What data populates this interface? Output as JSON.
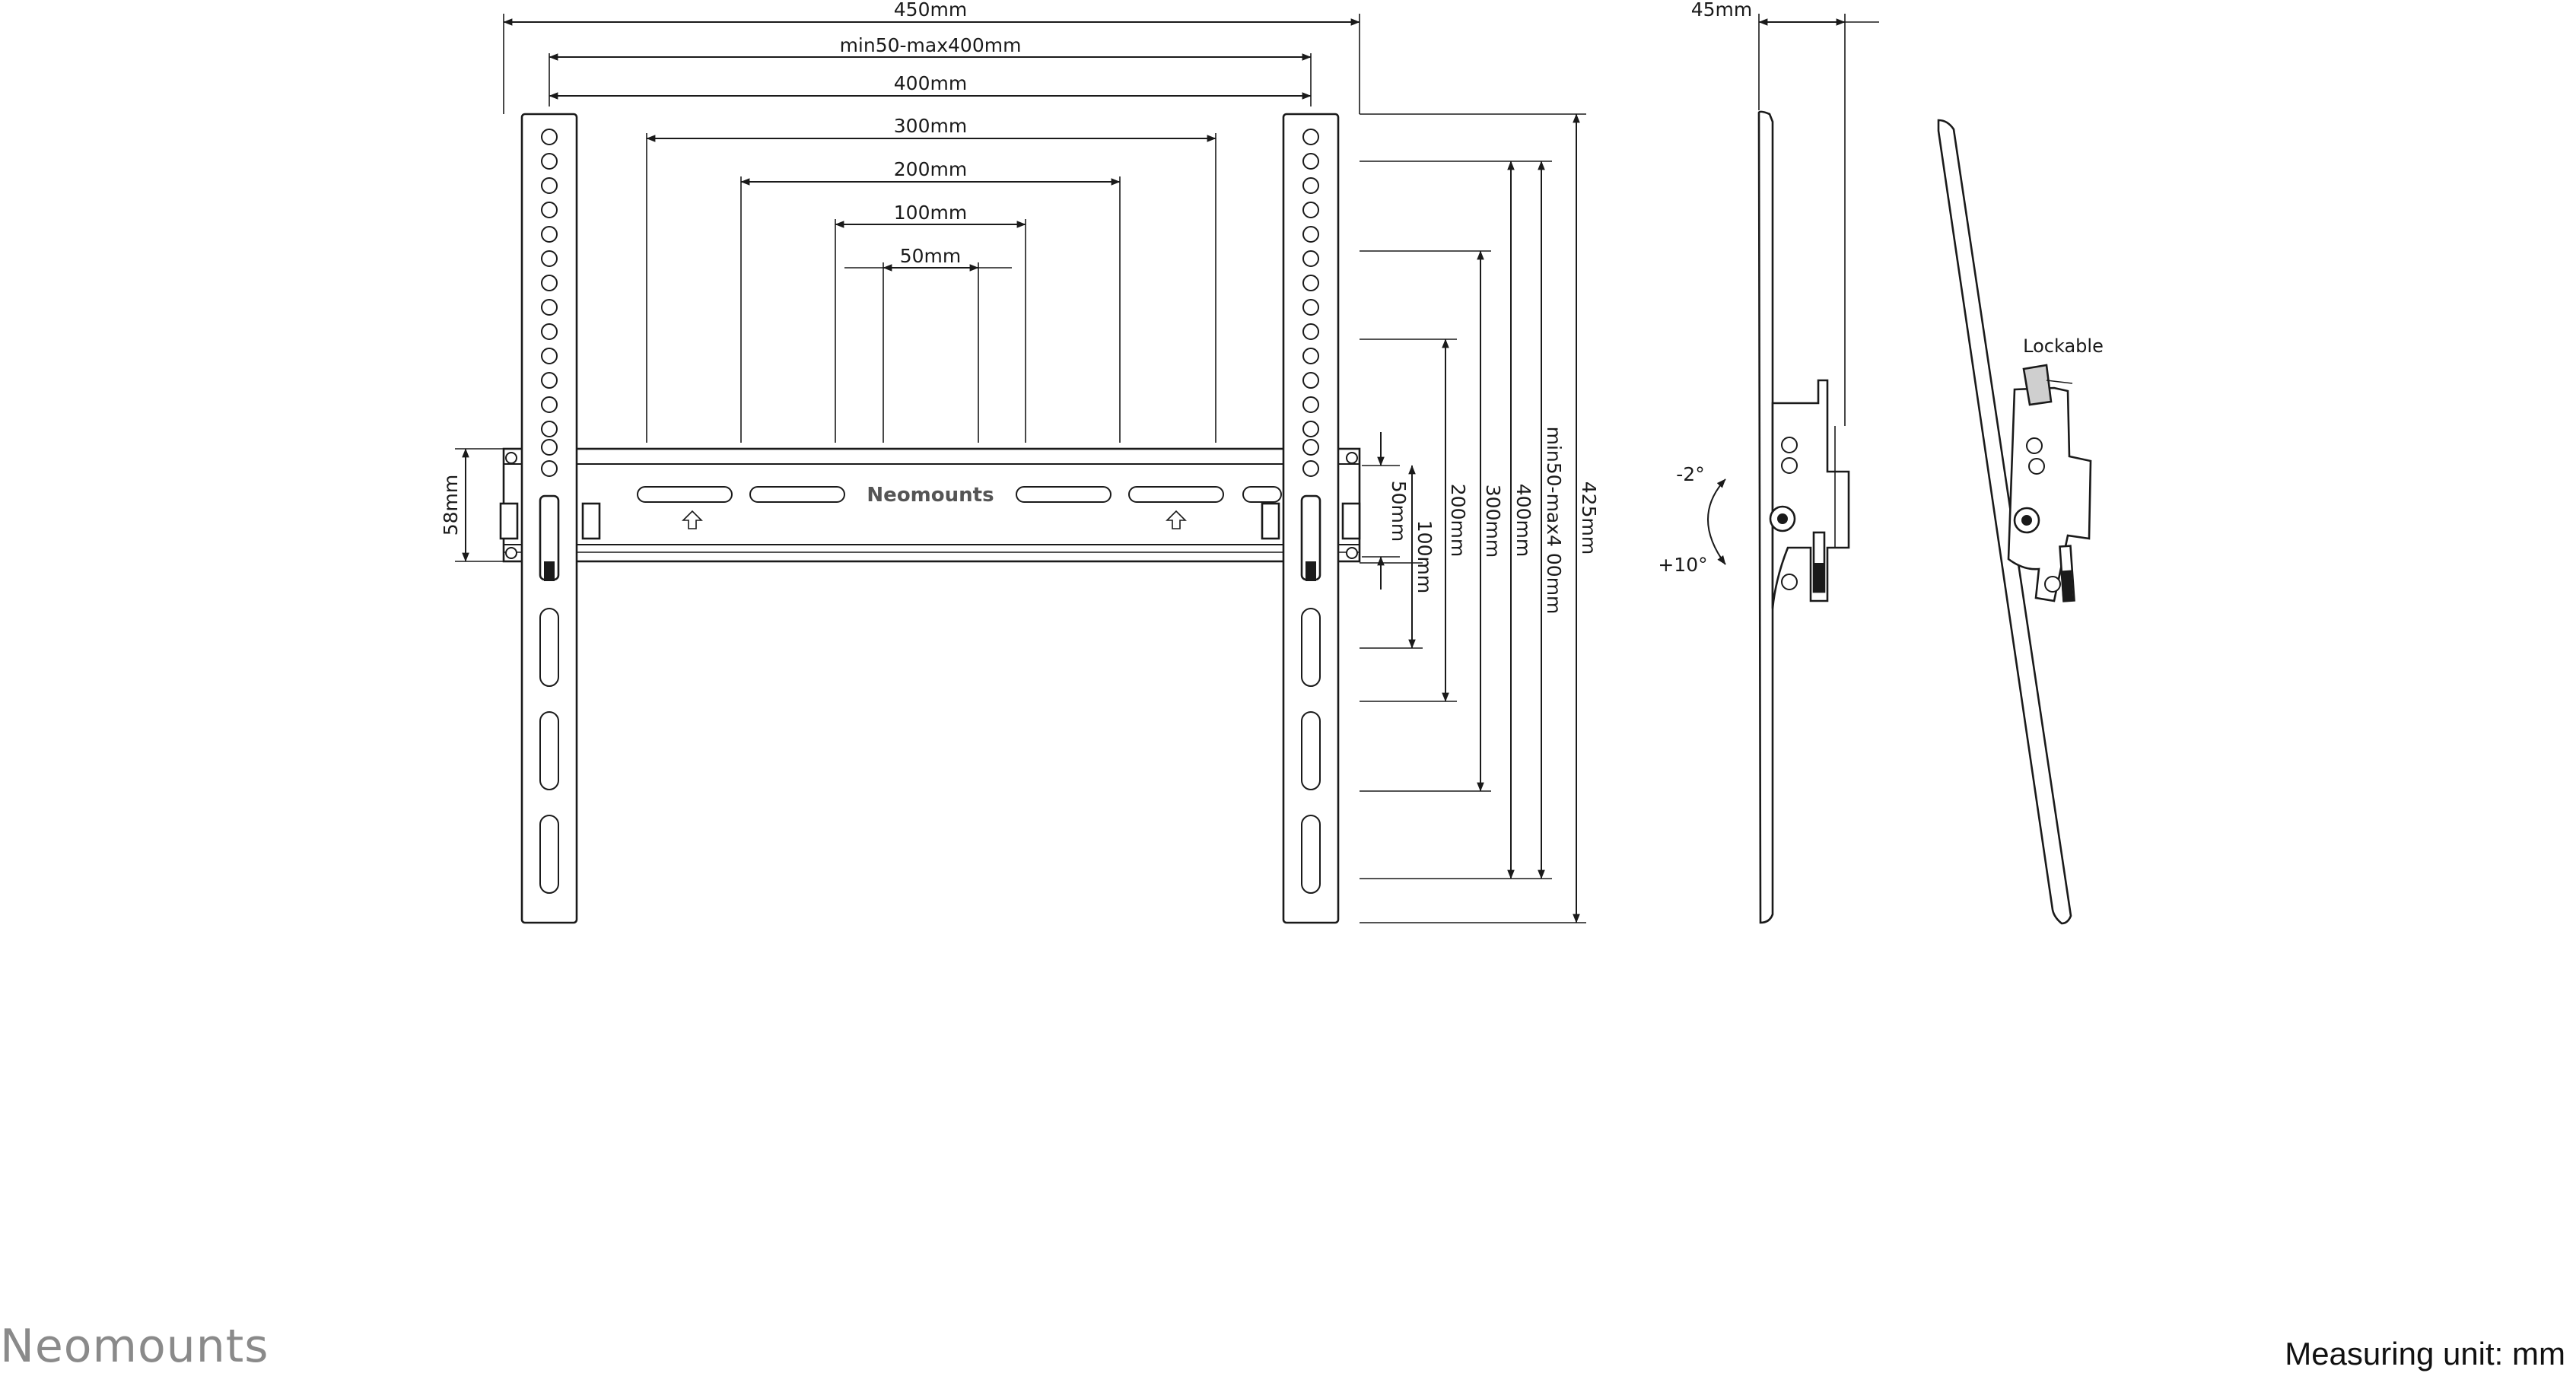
{
  "brand": "Neomounts",
  "bar_brand": "Neomounts",
  "measuring_unit": "Measuring unit: mm",
  "lockable": "Lockable",
  "tilt_up": "-2°",
  "tilt_down": "+10°",
  "dims": {
    "w450": "450mm",
    "wmin_max": "min50-max400mm",
    "w400": "400mm",
    "w300": "300mm",
    "w200": "200mm",
    "w100": "100mm",
    "w50": "50mm",
    "depth45": "45mm",
    "h58": "58mm",
    "h50": "50mm",
    "h100": "100mm",
    "h200": "200mm",
    "h300": "300mm",
    "h400": "400mm",
    "hmin_max": "min50-max4 00mm",
    "h425": "425mm"
  }
}
